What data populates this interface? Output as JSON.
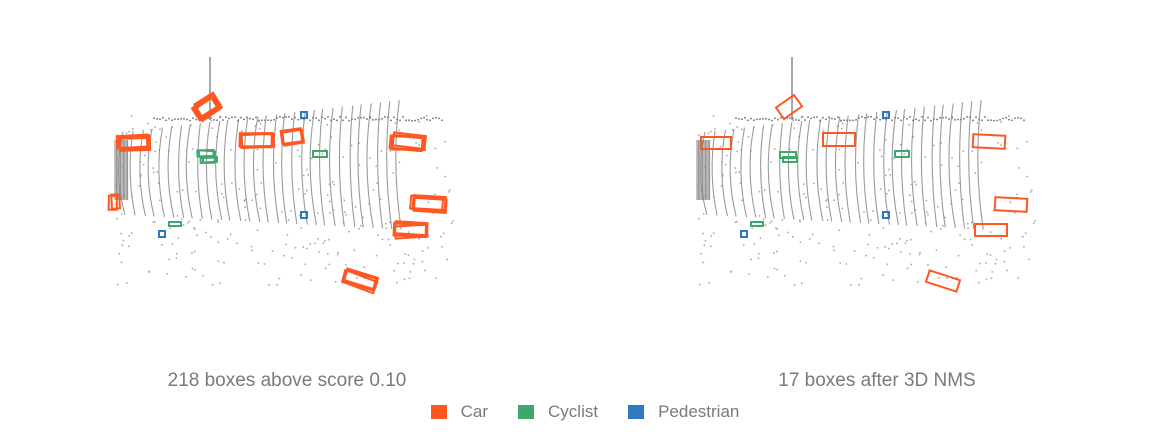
{
  "colors": {
    "car": "#ff5722",
    "cyclist": "#3da86c",
    "pedestrian": "#2f79c0",
    "points": "#8a8a8a"
  },
  "panels": [
    {
      "caption": "218 boxes above score 0.10",
      "dense": true
    },
    {
      "caption": "17 boxes after 3D NMS",
      "dense": false
    }
  ],
  "legend": [
    {
      "label": "Car",
      "color": "#ff5722",
      "icon": "car-swatch"
    },
    {
      "label": "Cyclist",
      "color": "#3da86c",
      "icon": "cyclist-swatch"
    },
    {
      "label": "Pedestrian",
      "color": "#2f79c0",
      "icon": "pedestrian-swatch"
    }
  ]
}
